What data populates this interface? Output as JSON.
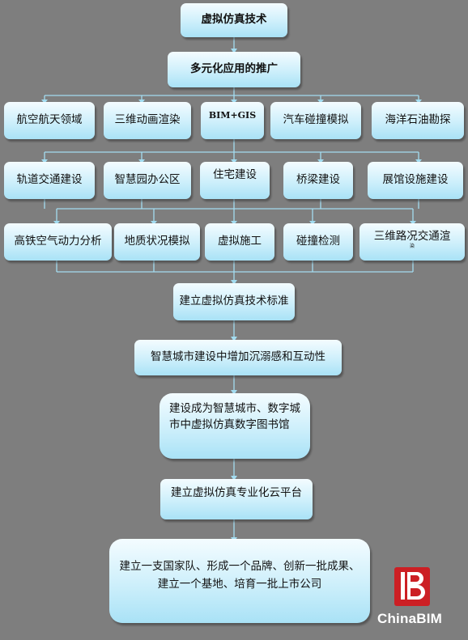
{
  "title": "虚拟仿真技术",
  "subtitle": "多元化应用的推广",
  "row1": [
    "航空航天领域",
    "三维动画渲染",
    "BIM+GIS",
    "汽车碰撞模拟",
    "海洋石油勘探"
  ],
  "row2": [
    "轨道交通建设",
    "智慧园办公区",
    "住宅建设",
    "桥梁建设",
    "展馆设施建设"
  ],
  "row3": [
    "高铁空气动力分析",
    "地质状况模拟",
    "虚拟施工",
    "碰撞检测",
    "三维路况交通渲",
    "染"
  ],
  "steps": [
    "建立虚拟仿真技术标准",
    "智慧城市建设中增加沉溺感和互动性",
    "建设成为智慧城市、数字城",
    "市中虚拟仿真数字图书馆",
    "建立虚拟仿真专业化云平台"
  ],
  "final": [
    "建立一支国家队、形成一个品牌、创新一批成果、",
    "建立一个基地、培育一批上市公司"
  ],
  "logo": {
    "mark": "B",
    "text": "ChinaBIM",
    "color": "#cc1f24"
  },
  "colors": {
    "background": "#7e7e7e",
    "box": "#cdeffb",
    "connector": "#9fd8ee"
  }
}
